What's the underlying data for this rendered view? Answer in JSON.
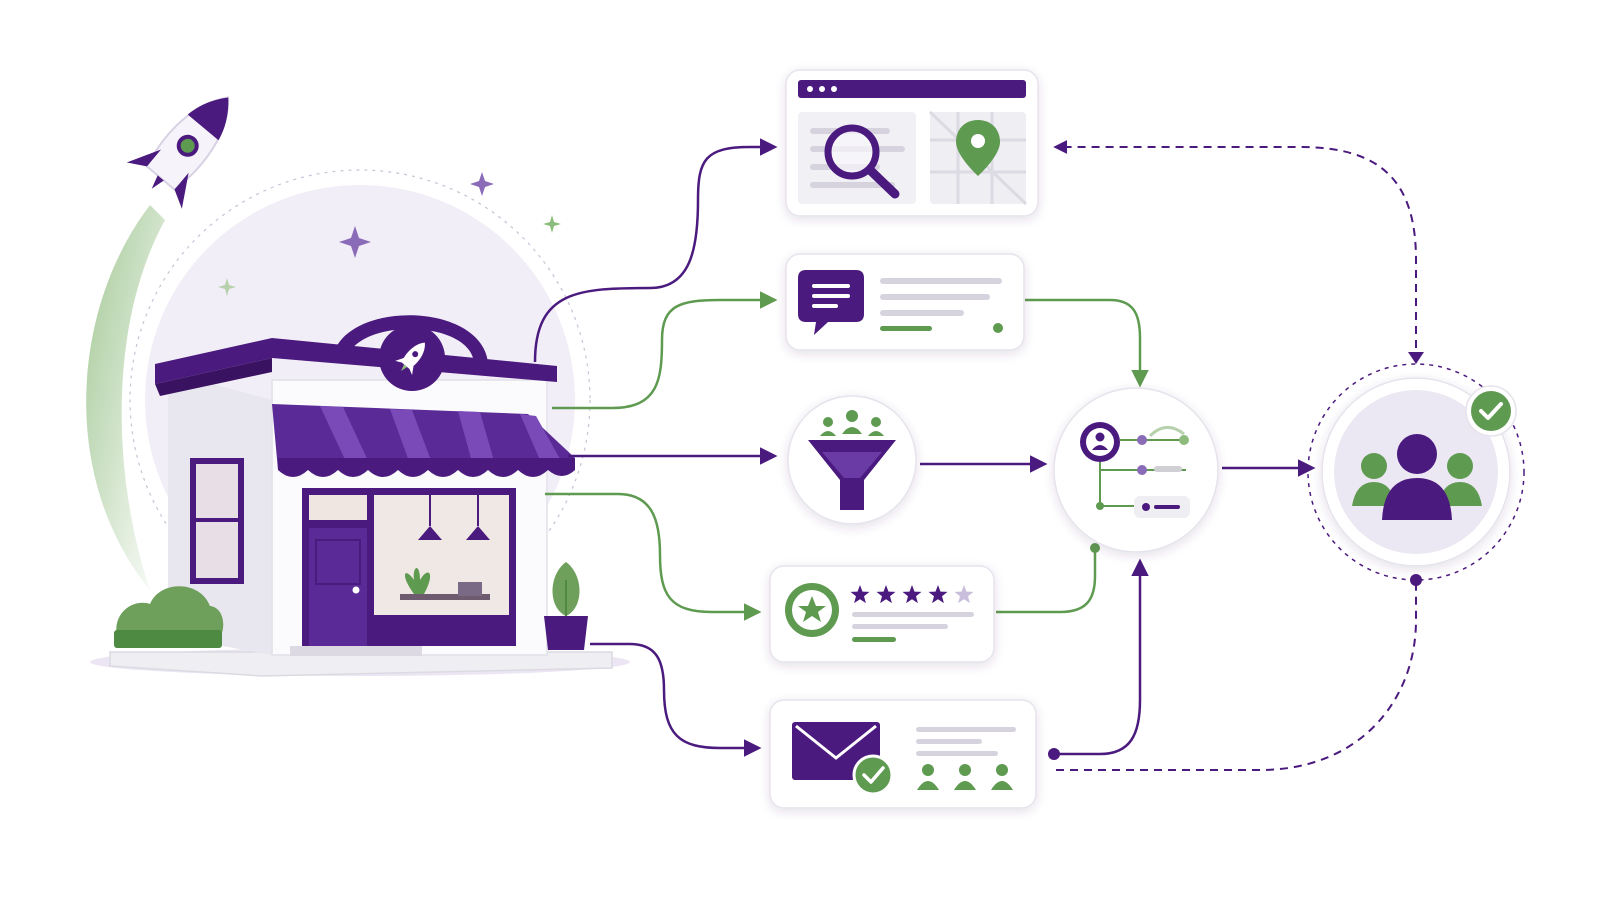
{
  "colors": {
    "purple": "#4b1a7e",
    "purple_mid": "#6a3aa5",
    "purple_light": "#ece6f4",
    "green": "#5e9a50",
    "green_light": "#8dbb7c",
    "gray": "#cfcfd4",
    "gray_light": "#f1f1f4",
    "star_empty": "#c9bfdc"
  },
  "storefront": {
    "sign_icon": "rocket-icon",
    "decoration": "rocket-launch"
  },
  "channels": [
    {
      "id": "search-map-card",
      "icons": [
        "search-icon",
        "map-pin-icon"
      ]
    },
    {
      "id": "chat-card",
      "icons": [
        "chat-bubble-icon"
      ]
    },
    {
      "id": "funnel-node",
      "icons": [
        "funnel-icon",
        "people-icon"
      ]
    },
    {
      "id": "reviews-card",
      "icons": [
        "star-badge-icon"
      ],
      "rating": 4,
      "rating_max": 5
    },
    {
      "id": "email-card",
      "icons": [
        "envelope-icon",
        "check-icon",
        "person-icon"
      ]
    }
  ],
  "crm_node": {
    "icons": [
      "user-profile-icon",
      "list-icon"
    ]
  },
  "customers_node": {
    "icons": [
      "customer-group-icon",
      "check-badge-icon"
    ]
  }
}
